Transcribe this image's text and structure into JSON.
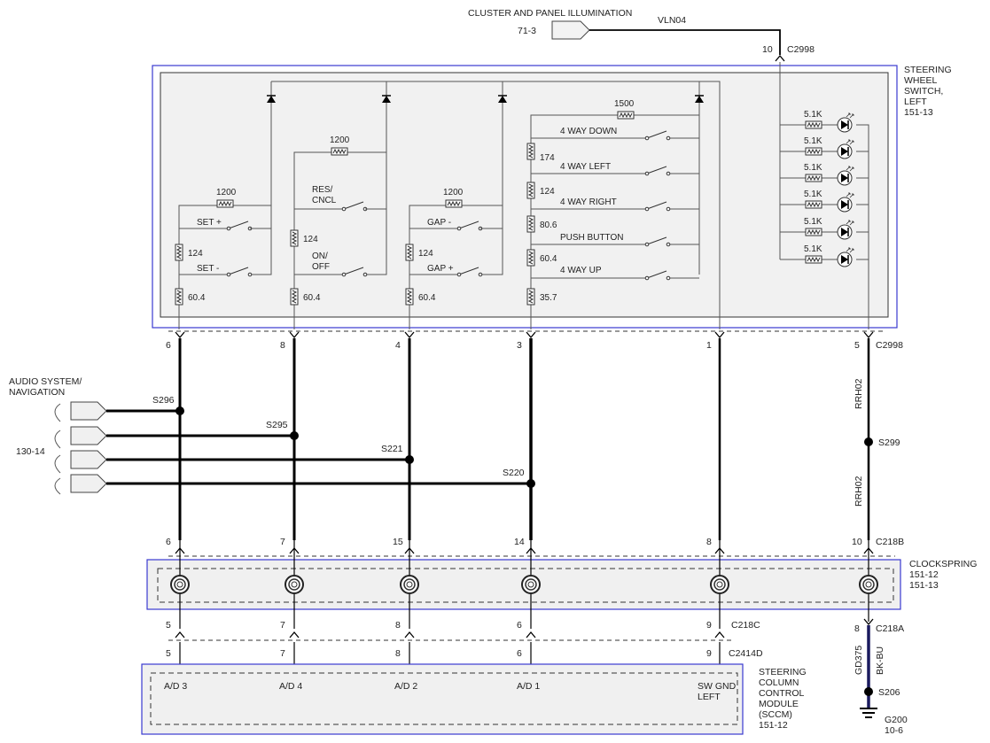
{
  "top": {
    "title": "CLUSTER AND PANEL ILLUMINATION",
    "ref": "71-3",
    "wire": "VLN04",
    "pin": "10",
    "connector": "C2998"
  },
  "switch_module": {
    "name_lines": [
      "STEERING",
      "WHEEL",
      "SWITCH,",
      "LEFT",
      "151-13"
    ]
  },
  "resistors": {
    "r1200a": "1200",
    "r124a": "124",
    "r604a": "60.4",
    "r1200b": "1200",
    "r124b": "124",
    "r604b": "60.4",
    "r1200c": "1200",
    "r124c": "124",
    "r604c": "60.4",
    "r1500": "1500",
    "r174": "174",
    "r124d": "124",
    "r806": "80.6",
    "r604d": "60.4",
    "r357": "35.7",
    "led": "5.1K"
  },
  "switches": {
    "set_plus": "SET +",
    "set_minus": "SET -",
    "res": "RES/",
    "cncl": "CNCL",
    "on": "ON/",
    "off": "OFF",
    "gap_minus": "GAP -",
    "gap_plus": "GAP +",
    "way_down": "4 WAY DOWN",
    "way_left": "4 WAY LEFT",
    "way_right": "4 WAY RIGHT",
    "push": "PUSH BUTTON",
    "way_up": "4 WAY UP"
  },
  "c2998_pins": [
    "6",
    "8",
    "4",
    "3",
    "1",
    "5"
  ],
  "c2998": "C2998",
  "audio": {
    "line1": "AUDIO SYSTEM/",
    "line2": "NAVIGATION",
    "ref": "130-14"
  },
  "splices": {
    "s296": "S296",
    "s295": "S295",
    "s221": "S221",
    "s220": "S220",
    "s299": "S299",
    "s206": "S206"
  },
  "wire_rrh02": "RRH02",
  "c218b_pins": [
    "6",
    "7",
    "15",
    "14",
    "8",
    "10"
  ],
  "c218b": "C218B",
  "clockspring": {
    "name": "CLOCKSPRING",
    "ref1": "151-12",
    "ref2": "151-13"
  },
  "c218c_pins": [
    "5",
    "7",
    "8",
    "6",
    "9"
  ],
  "c218c": "C218C",
  "c2414d_pins": [
    "5",
    "7",
    "8",
    "6",
    "9"
  ],
  "c2414d": "C2414D",
  "c218a_pin": "8",
  "c218a": "C218A",
  "gd375": "GD375",
  "bkbu": "BK-BU",
  "sccm": {
    "labels": [
      "A/D 3",
      "A/D 4",
      "A/D 2",
      "A/D 1"
    ],
    "swgnd1": "SW GND",
    "swgnd2": "LEFT",
    "name_lines": [
      "STEERING",
      "COLUMN",
      "CONTROL",
      "MODULE",
      "(SCCM)",
      "151-12"
    ]
  },
  "ground": {
    "name": "G200",
    "ref": "10-6"
  }
}
